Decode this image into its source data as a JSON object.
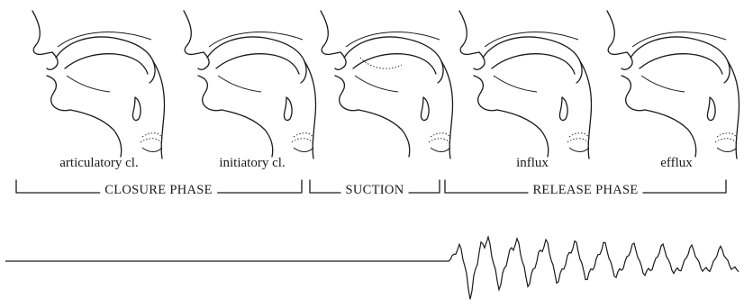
{
  "panels": [
    {
      "label": "articulatory cl."
    },
    {
      "label": "initiatory cl."
    },
    {
      "label": ""
    },
    {
      "label": "influx"
    },
    {
      "label": "efflux"
    }
  ],
  "phases": [
    {
      "label": "CLOSURE PHASE"
    },
    {
      "label": "SUCTION"
    },
    {
      "label": "RELEASE PHASE"
    }
  ]
}
